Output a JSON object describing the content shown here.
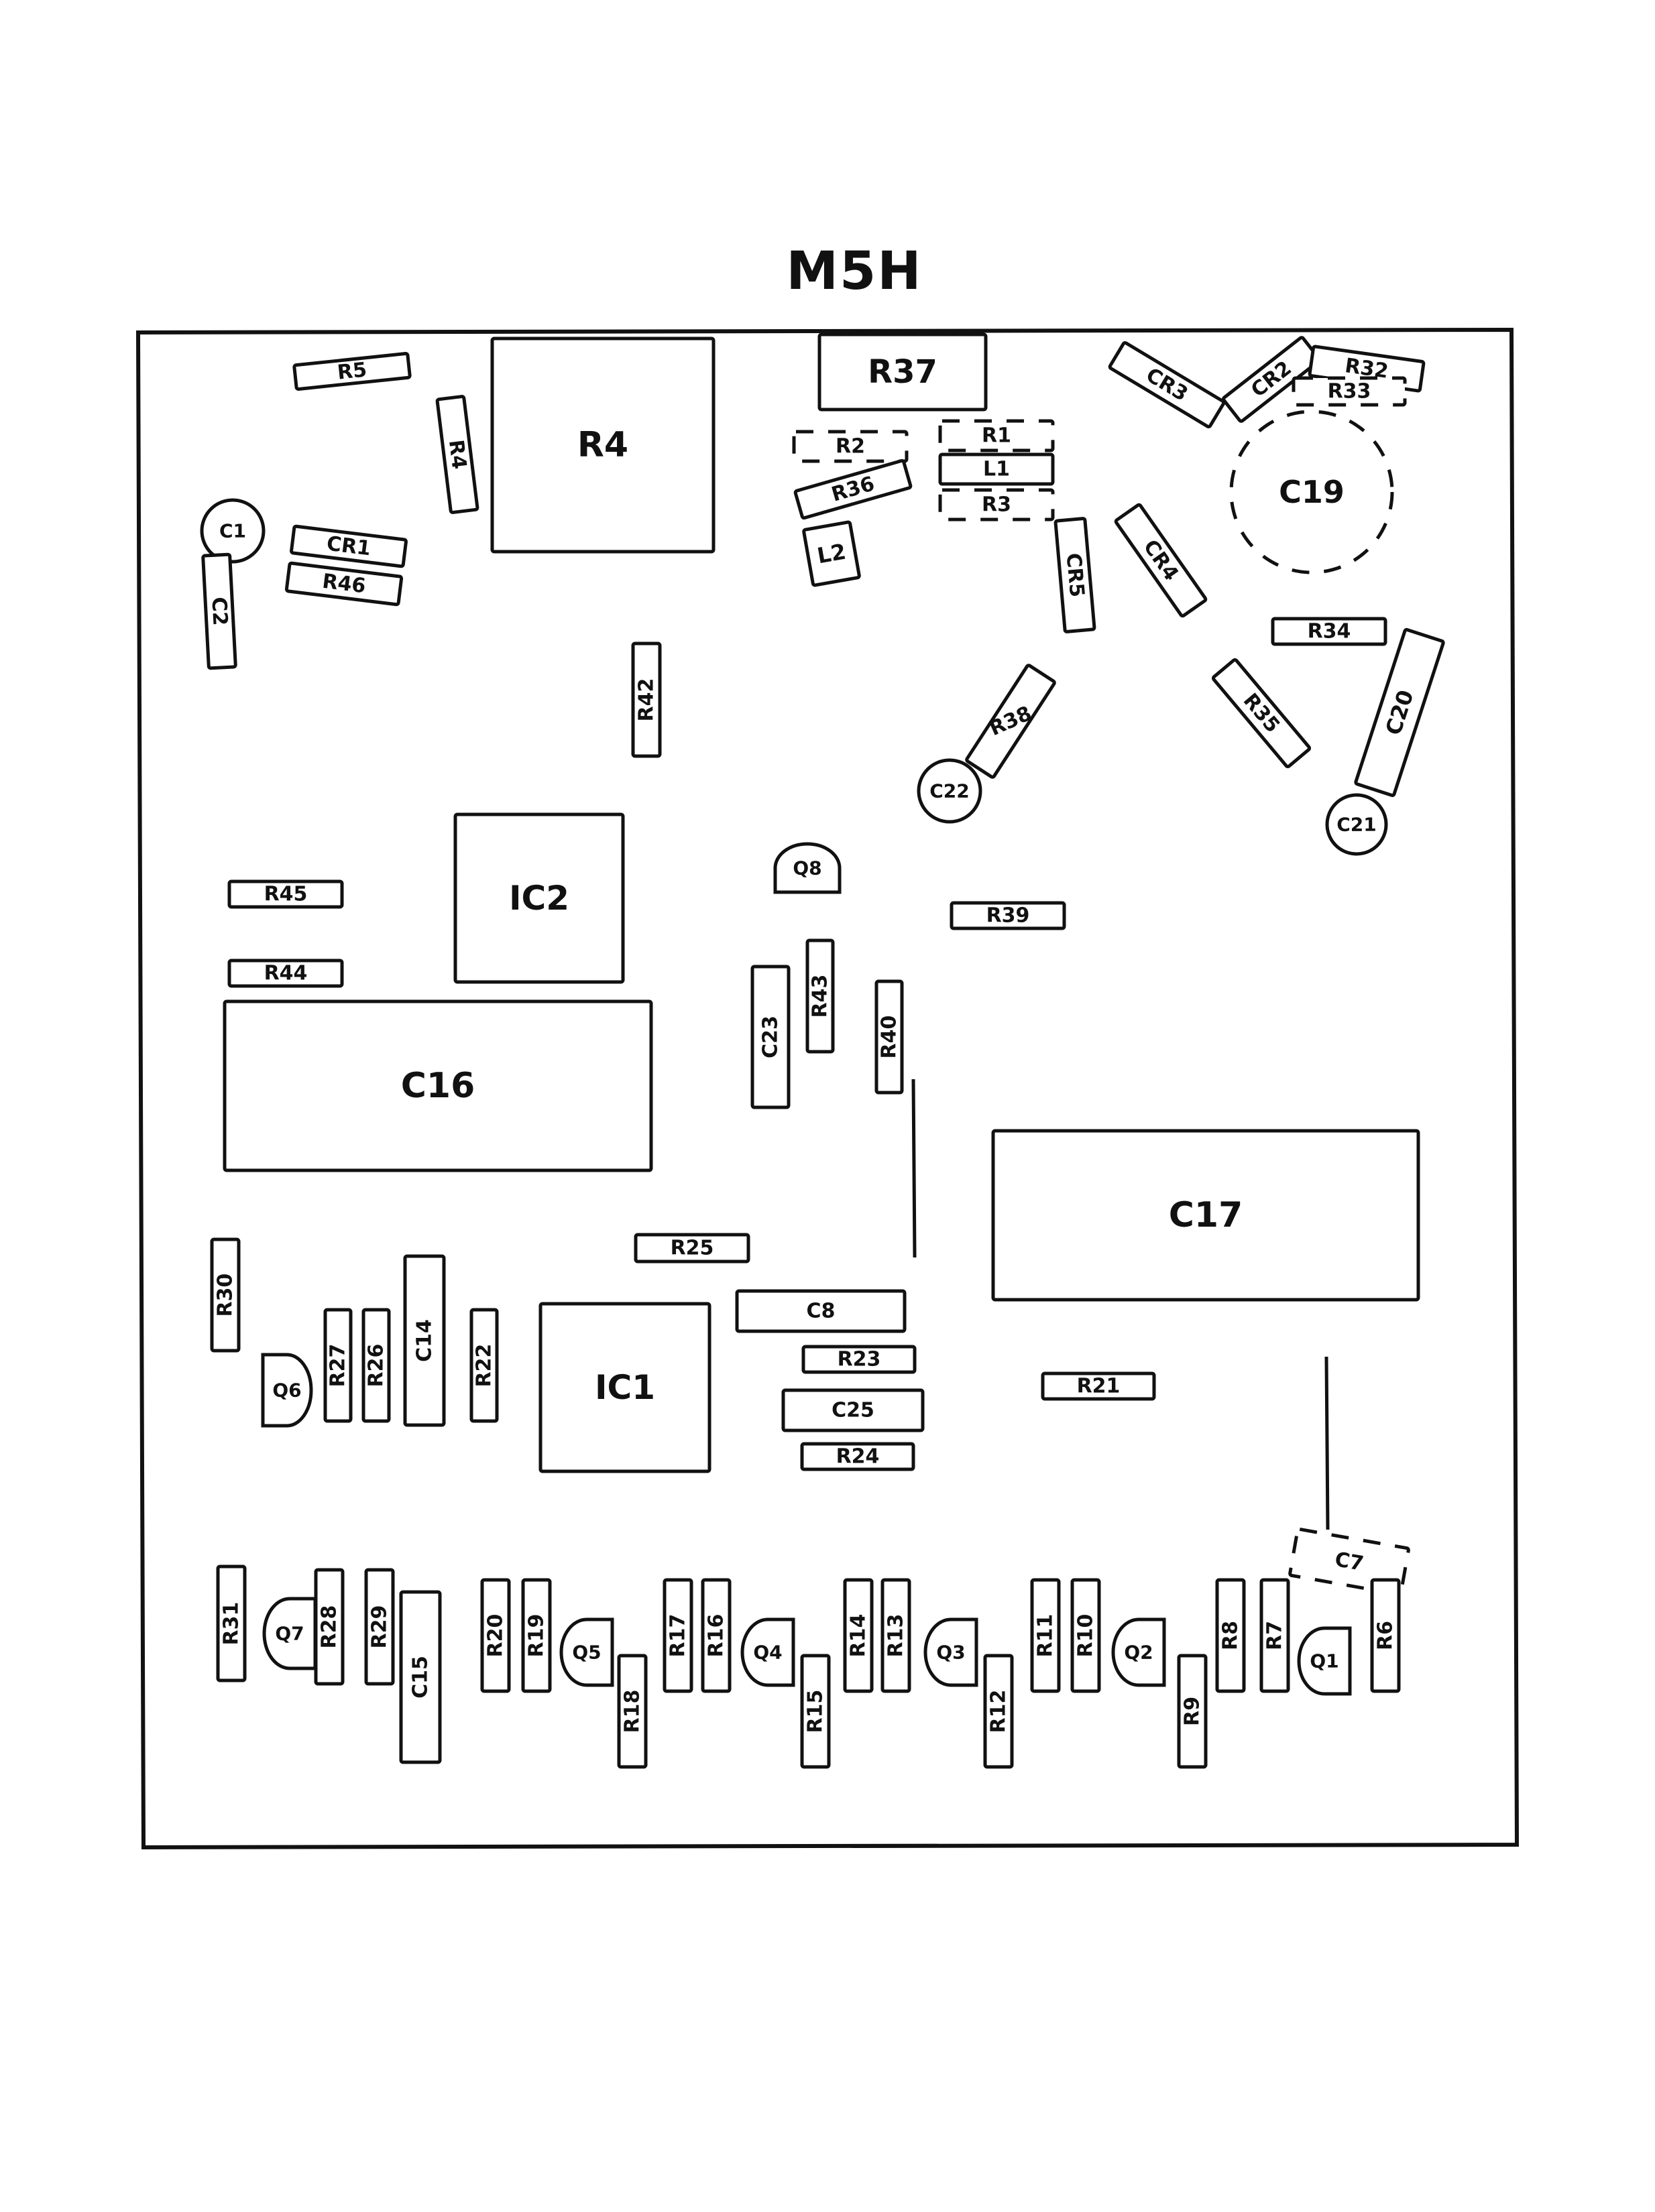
{
  "diagram": {
    "title": "M5H",
    "type": "PCB component placement (silkscreen) diagram",
    "colors": {
      "ink": "#111111",
      "background": "#ffffff"
    },
    "components": [
      {
        "ref": "R5",
        "kind": "resistor"
      },
      {
        "ref": "R4",
        "kind": "resistor",
        "note": "small vertical"
      },
      {
        "ref": "R4",
        "kind": "resistor",
        "note": "large square body"
      },
      {
        "ref": "R37",
        "kind": "resistor"
      },
      {
        "ref": "R2",
        "kind": "resistor",
        "style": "dashed"
      },
      {
        "ref": "R1",
        "kind": "resistor",
        "style": "dashed"
      },
      {
        "ref": "L1",
        "kind": "inductor"
      },
      {
        "ref": "R3",
        "kind": "resistor",
        "style": "dashed"
      },
      {
        "ref": "R36",
        "kind": "resistor"
      },
      {
        "ref": "L2",
        "kind": "inductor"
      },
      {
        "ref": "CR3",
        "kind": "diode"
      },
      {
        "ref": "CR2",
        "kind": "diode"
      },
      {
        "ref": "R32",
        "kind": "resistor"
      },
      {
        "ref": "R33",
        "kind": "resistor",
        "style": "dashed"
      },
      {
        "ref": "C19",
        "kind": "capacitor",
        "style": "dashed"
      },
      {
        "ref": "C1",
        "kind": "capacitor"
      },
      {
        "ref": "C2",
        "kind": "capacitor"
      },
      {
        "ref": "CR1",
        "kind": "diode"
      },
      {
        "ref": "R46",
        "kind": "resistor"
      },
      {
        "ref": "CR5",
        "kind": "diode"
      },
      {
        "ref": "CR4",
        "kind": "diode"
      },
      {
        "ref": "R34",
        "kind": "resistor"
      },
      {
        "ref": "R35",
        "kind": "resistor"
      },
      {
        "ref": "C20",
        "kind": "capacitor"
      },
      {
        "ref": "C21",
        "kind": "capacitor"
      },
      {
        "ref": "R38",
        "kind": "resistor"
      },
      {
        "ref": "C22",
        "kind": "capacitor"
      },
      {
        "ref": "R42",
        "kind": "resistor"
      },
      {
        "ref": "IC2",
        "kind": "integrated-circuit"
      },
      {
        "ref": "Q8",
        "kind": "transistor"
      },
      {
        "ref": "R45",
        "kind": "resistor"
      },
      {
        "ref": "R44",
        "kind": "resistor"
      },
      {
        "ref": "R39",
        "kind": "resistor"
      },
      {
        "ref": "C23",
        "kind": "capacitor"
      },
      {
        "ref": "R43",
        "kind": "resistor"
      },
      {
        "ref": "R40",
        "kind": "resistor"
      },
      {
        "ref": "C16",
        "kind": "capacitor"
      },
      {
        "ref": "C17",
        "kind": "capacitor"
      },
      {
        "ref": "R25",
        "kind": "resistor"
      },
      {
        "ref": "R30",
        "kind": "resistor"
      },
      {
        "ref": "C14",
        "kind": "capacitor"
      },
      {
        "ref": "R27",
        "kind": "resistor"
      },
      {
        "ref": "R26",
        "kind": "resistor"
      },
      {
        "ref": "R22",
        "kind": "resistor"
      },
      {
        "ref": "Q6",
        "kind": "transistor"
      },
      {
        "ref": "IC1",
        "kind": "integrated-circuit"
      },
      {
        "ref": "C8",
        "kind": "capacitor"
      },
      {
        "ref": "R23",
        "kind": "resistor"
      },
      {
        "ref": "C25",
        "kind": "capacitor"
      },
      {
        "ref": "R24",
        "kind": "resistor"
      },
      {
        "ref": "R21",
        "kind": "resistor"
      },
      {
        "ref": "C7",
        "kind": "capacitor",
        "style": "dashed"
      },
      {
        "ref": "R31",
        "kind": "resistor"
      },
      {
        "ref": "Q7",
        "kind": "transistor"
      },
      {
        "ref": "R28",
        "kind": "resistor"
      },
      {
        "ref": "R29",
        "kind": "resistor"
      },
      {
        "ref": "C15",
        "kind": "capacitor"
      },
      {
        "ref": "R20",
        "kind": "resistor"
      },
      {
        "ref": "R19",
        "kind": "resistor"
      },
      {
        "ref": "Q5",
        "kind": "transistor"
      },
      {
        "ref": "R18",
        "kind": "resistor"
      },
      {
        "ref": "R17",
        "kind": "resistor"
      },
      {
        "ref": "R16",
        "kind": "resistor"
      },
      {
        "ref": "Q4",
        "kind": "transistor"
      },
      {
        "ref": "R15",
        "kind": "resistor"
      },
      {
        "ref": "R14",
        "kind": "resistor"
      },
      {
        "ref": "R13",
        "kind": "resistor"
      },
      {
        "ref": "Q3",
        "kind": "transistor"
      },
      {
        "ref": "R12",
        "kind": "resistor"
      },
      {
        "ref": "R11",
        "kind": "resistor"
      },
      {
        "ref": "R10",
        "kind": "resistor"
      },
      {
        "ref": "Q2",
        "kind": "transistor"
      },
      {
        "ref": "R9",
        "kind": "resistor"
      },
      {
        "ref": "R8",
        "kind": "resistor"
      },
      {
        "ref": "R7",
        "kind": "resistor"
      },
      {
        "ref": "Q1",
        "kind": "transistor"
      },
      {
        "ref": "R6",
        "kind": "resistor"
      }
    ]
  }
}
